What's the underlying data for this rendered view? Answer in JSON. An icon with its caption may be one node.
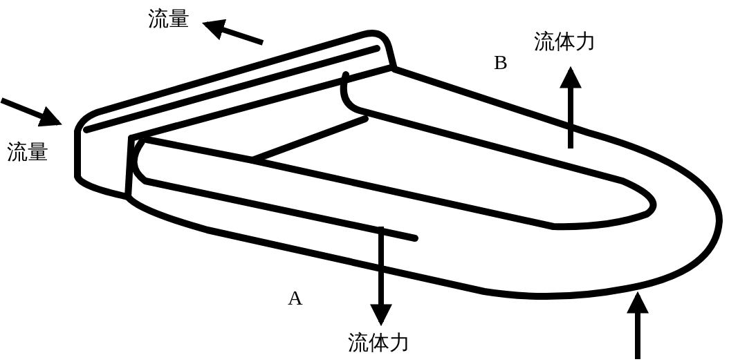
{
  "diagram": {
    "labels": [
      "流量",
      "流体力",
      "B",
      "流量",
      "A",
      "流体力"
    ]
  }
}
